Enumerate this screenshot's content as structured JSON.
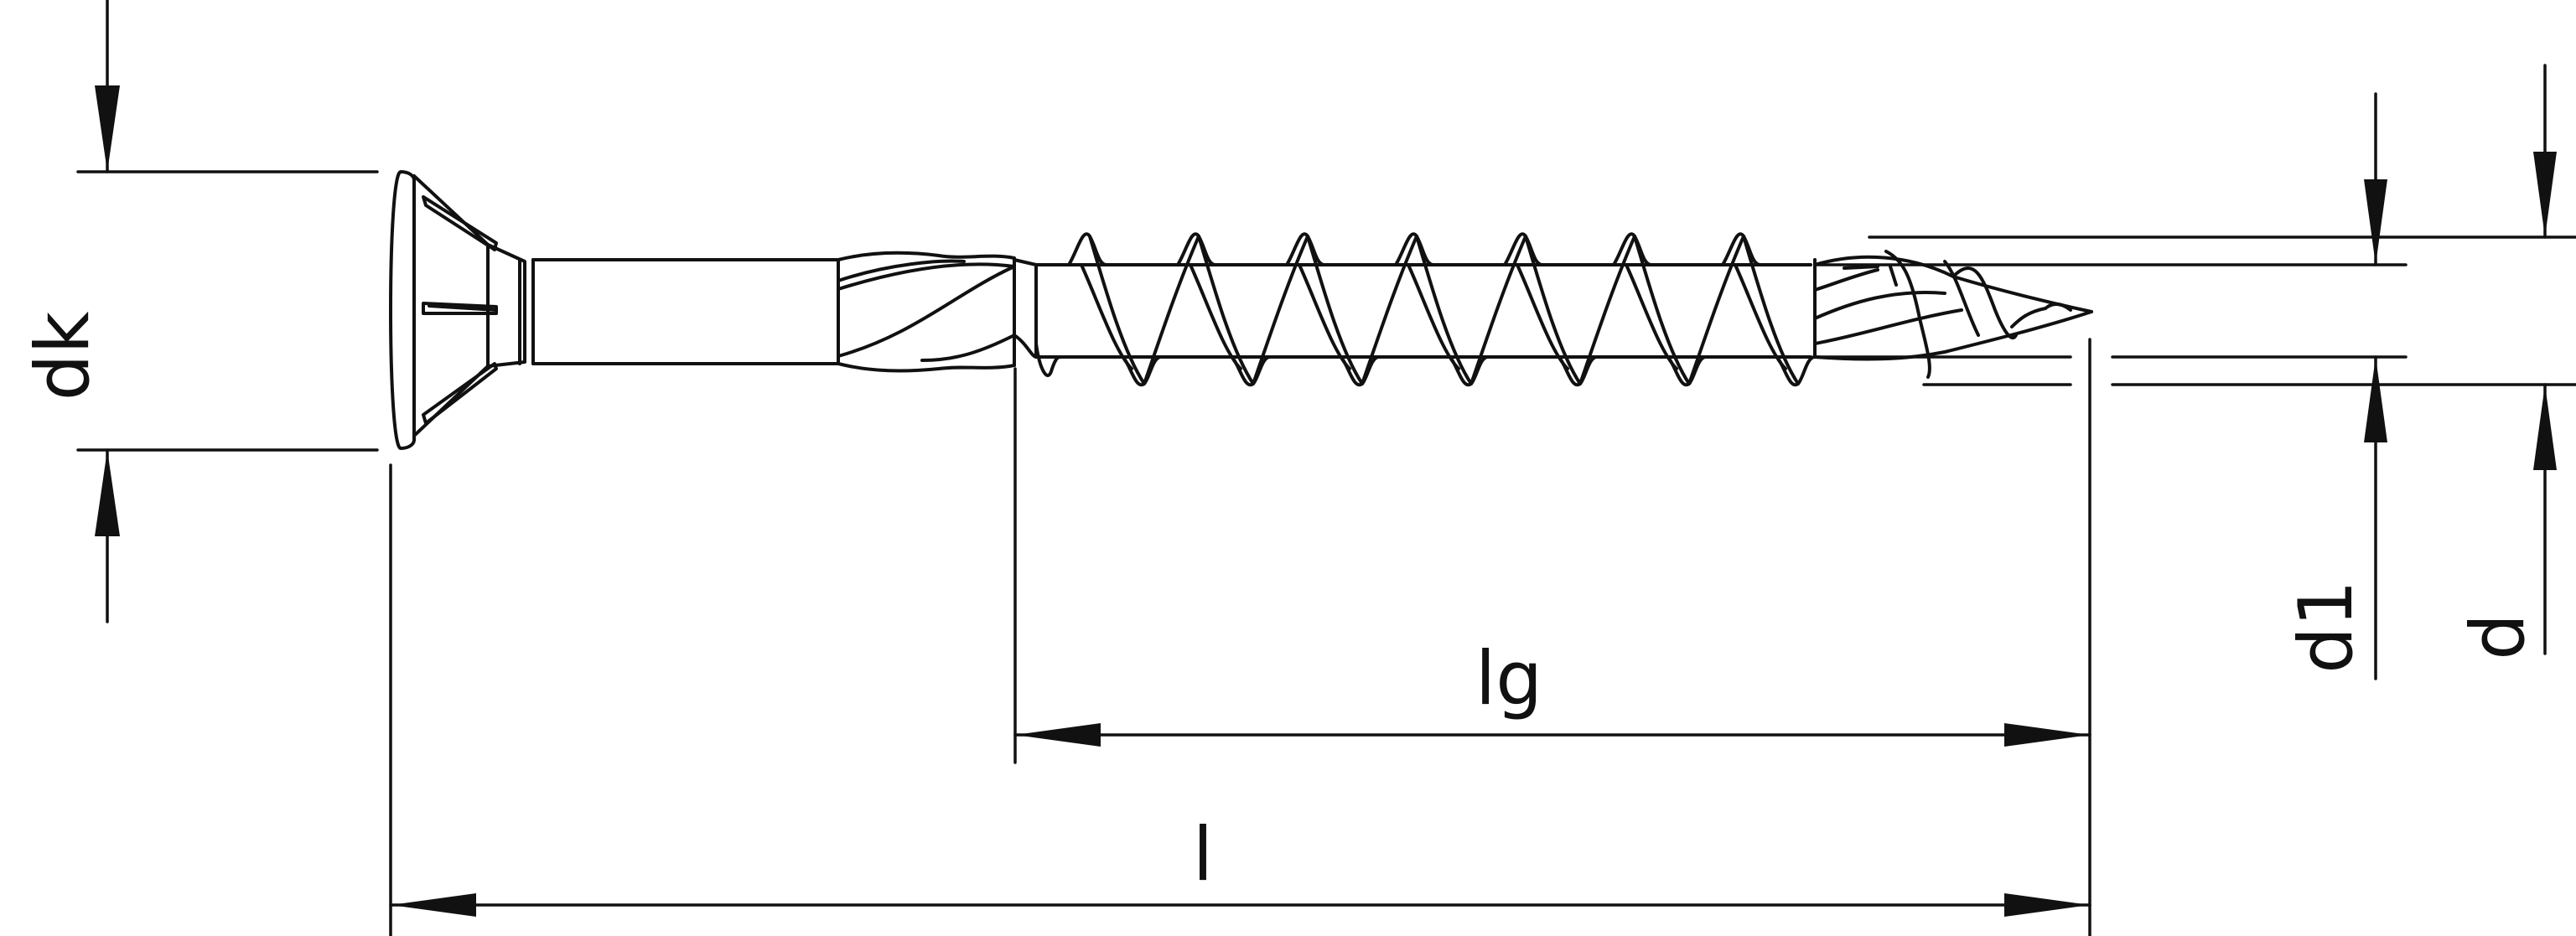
{
  "dimensions": {
    "head_diameter": "dk",
    "thread_length": "lg",
    "total_length": "l",
    "core_diameter": "d1",
    "nominal_diameter": "d"
  }
}
